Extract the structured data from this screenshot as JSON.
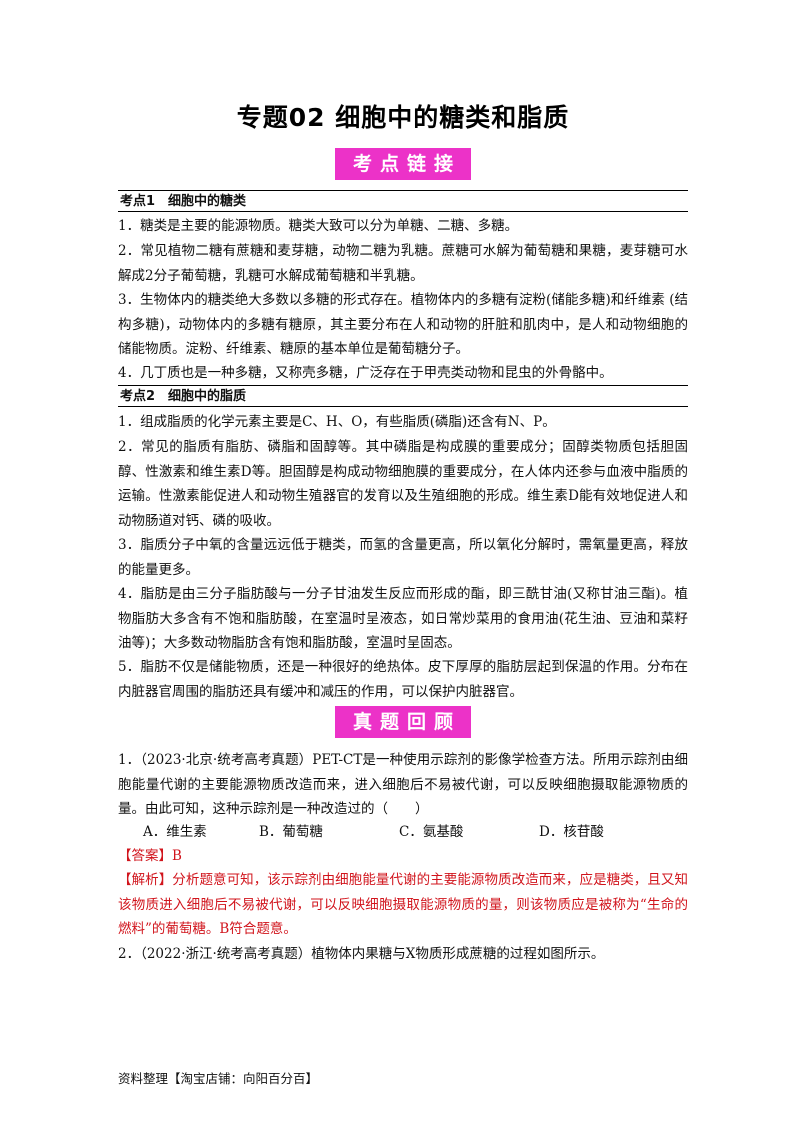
{
  "title": "专题02 细胞中的糖类和脂质",
  "banner1": "考点链接",
  "section1": {
    "heading": "考点1　细胞中的糖类",
    "items": [
      "1．糖类是主要的能源物质。糖类大致可以分为单糖、二糖、多糖。",
      "2．常见植物二糖有蔗糖和麦芽糖，动物二糖为乳糖。蔗糖可水解为葡萄糖和果糖，麦芽糖可水解成2分子葡萄糖，乳糖可水解成葡萄糖和半乳糖。",
      "3．生物体内的糖类绝大多数以多糖的形式存在。植物体内的多糖有淀粉(储能多糖)和纤维素 (结构多糖)，动物体内的多糖有糖原，其主要分布在人和动物的肝脏和肌肉中，是人和动物细胞的储能物质。淀粉、纤维素、糖原的基本单位是葡萄糖分子。",
      "4．几丁质也是一种多糖，又称壳多糖，广泛存在于甲壳类动物和昆虫的外骨骼中。"
    ]
  },
  "section2": {
    "heading": "考点2　细胞中的脂质",
    "items": [
      "1．组成脂质的化学元素主要是C、H、O，有些脂质(磷脂)还含有N、P。",
      "2．常见的脂质有脂肪、磷脂和固醇等。其中磷脂是构成膜的重要成分；固醇类物质包括胆固醇、性激素和维生素D等。胆固醇是构成动物细胞膜的重要成分，在人体内还参与血液中脂质的运输。性激素能促进人和动物生殖器官的发育以及生殖细胞的形成。维生素D能有效地促进人和动物肠道对钙、磷的吸收。",
      "3．脂质分子中氧的含量远远低于糖类，而氢的含量更高，所以氧化分解时，需氧量更高，释放的能量更多。",
      "4．脂肪是由三分子脂肪酸与一分子甘油发生反应而形成的酯，即三酰甘油(又称甘油三酯)。植物脂肪大多含有不饱和脂肪酸，在室温时呈液态，如日常炒菜用的食用油(花生油、豆油和菜籽油等)；大多数动物脂肪含有饱和脂肪酸，室温时呈固态。",
      "5．脂肪不仅是储能物质，还是一种很好的绝热体。皮下厚厚的脂肪层起到保温的作用。分布在内脏器官周围的脂肪还具有缓冲和减压的作用，可以保护内脏器官。"
    ]
  },
  "banner2": "真题回顾",
  "question1": {
    "stem": "1．（2023·北京·统考高考真题）PET-CT是一种使用示踪剂的影像学检查方法。所用示踪剂由细胞能量代谢的主要能源物质改造而来，进入细胞后不易被代谢，可以反映细胞摄取能源物质的量。由此可知，这种示踪剂是一种改造过的（　　）",
    "options": [
      "A．维生素",
      "B．葡萄糖",
      "C．氨基酸",
      "D．核苷酸"
    ],
    "answer_label": "【答案】",
    "answer": "B",
    "analysis_label": "【解析】",
    "analysis": "分析题意可知，该示踪剂由细胞能量代谢的主要能源物质改造而来，应是糖类，且又知该物质进入细胞后不易被代谢，可以反映细胞摄取能源物质的量，则该物质应是被称为“生命的燃料”的葡萄糖。B符合题意。"
  },
  "question2": {
    "stem": "2．（2022·浙江·统考高考真题）植物体内果糖与X物质形成蔗糖的过程如图所示。"
  },
  "footer": "资料整理【淘宝店铺：向阳百分百】"
}
